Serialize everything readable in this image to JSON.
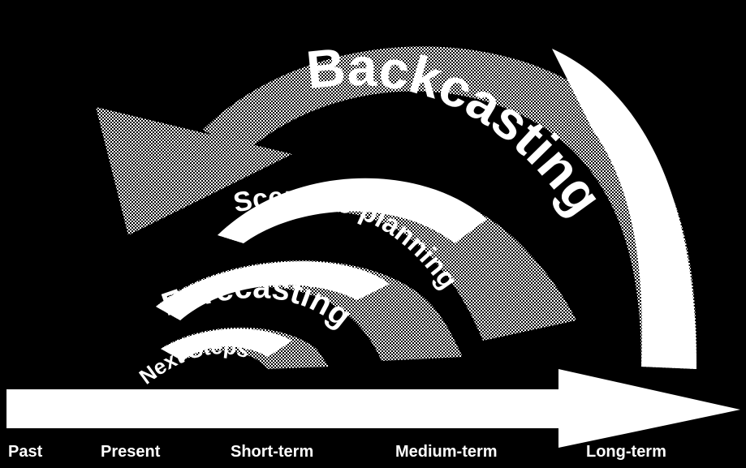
{
  "arcs": {
    "backcasting": "Backcasting",
    "scenario_planning": "Scenario planning",
    "forecasting": "Forecasting",
    "next_steps": "Next Steps"
  },
  "timeline": {
    "labels": [
      "Past",
      "Present",
      "Short-term",
      "Medium-term",
      "Long-term"
    ]
  },
  "colors": {
    "background": "#000000",
    "foreground": "#ffffff"
  }
}
